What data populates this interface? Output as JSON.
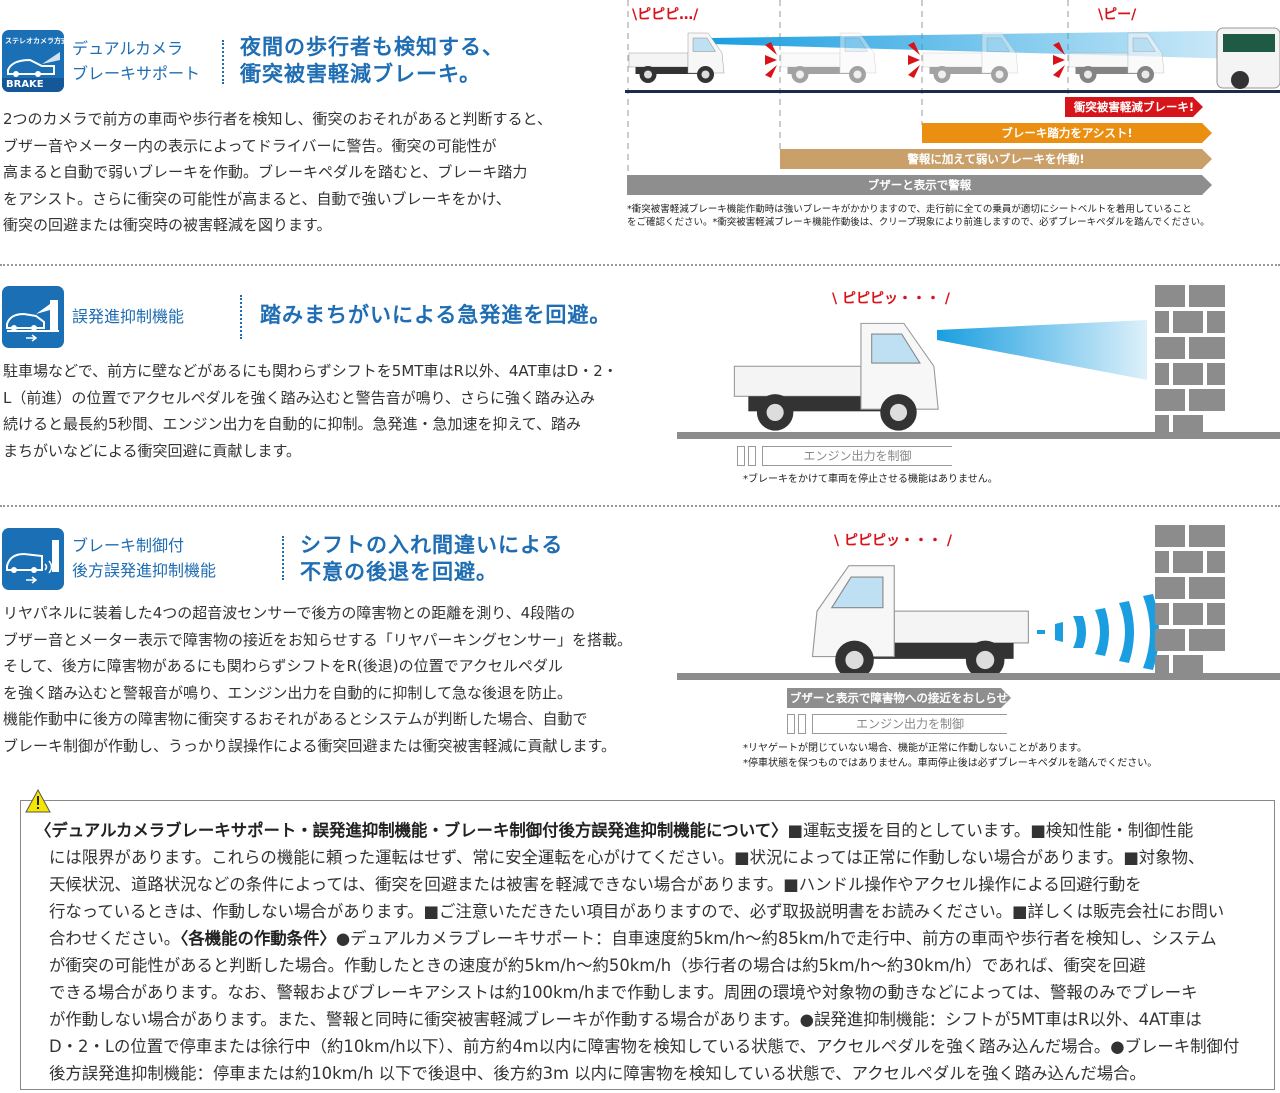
{
  "section1": {
    "icon_badge_top": "ステレオカメラ方式",
    "icon_badge_bottom": "BRAKE",
    "label_lines": [
      "デュアルカメラ",
      "ブレーキサポート"
    ],
    "headline_lines": [
      "夜間の歩行者も検知する、",
      "衝突被害軽減ブレーキ。"
    ],
    "body_lines": [
      "2つのカメラで前方の車両や歩行者を検知し、衝突のおそれがあると判断すると、",
      "ブザー音やメーター内の表示によってドライバーに警告。衝突の可能性が",
      "高まると自動で弱いブレーキを作動。ブレーキペダルを踏むと、ブレーキ踏力",
      "をアシスト。さらに衝突の可能性が高まると、自動で強いブレーキをかけ、",
      "衝突の回避または衝突時の被害軽減を図ります。"
    ],
    "diagram": {
      "beep1": "\\ピピピ…/",
      "beep2": "\\ピー/",
      "stages": [
        {
          "label": "衝突被害軽減ブレーキ!",
          "color": "#d7141a"
        },
        {
          "label": "ブレーキ踏力をアシスト!",
          "color": "#ea8f12"
        },
        {
          "label": "警報に加えて弱いブレーキを作動!",
          "color": "#c9a06a"
        },
        {
          "label": "ブザーと表示で警報",
          "color": "#8e8e8e"
        }
      ],
      "notes": [
        "*衝突被害軽減ブレーキ機能作動時は強いブレーキがかかりますので、走行前に全ての乗員が適切にシートベルトを着用していること",
        "をご確認ください。*衝突被害軽減ブレーキ機能作動後は、クリープ現象により前進しますので、必ずブレーキペダルを踏んでください。"
      ]
    }
  },
  "section2": {
    "label": "誤発進抑制機能",
    "headline": "踏みまちがいによる急発進を回避。",
    "body_lines": [
      "駐車場などで、前方に壁などがあるにも関わらずシフトを5MT車はR以外、4AT車はD・2・",
      "L（前進）の位置でアクセルペダルを強く踏み込むと警告音が鳴り、さらに強く踏み込み",
      "続けると最長約5秒間、エンジン出力を自動的に抑制。急発進・急加速を抑えて、踏み",
      "まちがいなどによる衝突回避に貢献します。"
    ],
    "diagram": {
      "beep": "\\ ピピピッ・・・ /",
      "engine_label": "エンジン出力を制御",
      "note": "*ブレーキをかけて車両を停止させる機能はありません。"
    }
  },
  "section3": {
    "label_lines": [
      "ブレーキ制御付",
      "後方誤発進抑制機能"
    ],
    "headline_lines": [
      "シフトの入れ間違いによる",
      "不意の後退を回避。"
    ],
    "body_lines": [
      "リヤパネルに装着した4つの超音波センサーで後方の障害物との距離を測り、4段階の",
      "ブザー音とメーター表示で障害物の接近をお知らせする「リヤパーキングセンサー」を搭載。",
      "そして、後方に障害物があるにも関わらずシフトをR(後退)の位置でアクセルペダル",
      "を強く踏み込むと警報音が鳴り、エンジン出力を自動的に抑制して急な後退を防止。",
      "機能作動中に後方の障害物に衝突するおそれがあるとシステムが判断した場合、自動で",
      "ブレーキ制御が作動し、うっかり誤操作による衝突回避または衝突被害軽減に貢献します。"
    ],
    "diagram": {
      "beep": "\\ ピピピッ・・・ /",
      "buzzer_label": "ブザーと表示で障害物への接近をおしらせ",
      "engine_label": "エンジン出力を制御",
      "notes": [
        "*リヤゲートが閉じていない場合、機能が正常に作動しないことがあります。",
        "*停車状態を保つものではありません。車両停止後は必ずブレーキペダルを踏んでください。"
      ]
    }
  },
  "caution": {
    "icon": "warning-triangle-icon",
    "line1_bold": "〈デュアルカメラブレーキサポート・誤発進抑制機能・ブレーキ制御付後方誤発進抑制機能について〉",
    "line1_rest": "■運転支援を目的としています。■検知性能・制御性能",
    "line2": "には限界があります。これらの機能に頼った運転はせず、常に安全運転を心がけてください。■状況によっては正常に作動しない場合があります。■対象物、",
    "line3": "天候状況、道路状況などの条件によっては、衝突を回避または被害を軽減できない場合があります。■ハンドル操作やアクセル操作による回避行動を",
    "line4": "行なっているときは、作動しない場合があります。■ご注意いただきたい項目がありますので、必ず取扱説明書をお読みください。■詳しくは販売会社にお問い",
    "line5_pre": "合わせください。",
    "line5_bold": "〈各機能の作動条件〉",
    "line5_rest": "●デュアルカメラブレーキサポート：自車速度約5km/h～約85km/hで走行中、前方の車両や歩行者を検知し、システム",
    "line6": "が衝突の可能性があると判断した場合。作動したときの速度が約5km/h～約50km/h（歩行者の場合は約5km/h～約30km/h）であれば、衝突を回避",
    "line7": "できる場合があります。なお、警報およびブレーキアシストは約100km/hまで作動します。周囲の環境や対象物の動きなどによっては、警報のみでブレーキ",
    "line8": "が作動しない場合があります。また、警報と同時に衝突被害軽減ブレーキが作動する場合があります。●誤発進抑制機能：シフトが5MT車はR以外、4AT車は",
    "line9": "D・2・Lの位置で停車または徐行中（約10km/h以下）、前方約4m以内に障害物を検知している状態で、アクセルペダルを強く踏み込んだ場合。●ブレーキ制御付",
    "line10": "後方誤発進抑制機能：停車または約10km/h 以下で後退中、後方約3m 以内に障害物を検知している状態で、アクセルペダルを強く踏み込んだ場合。"
  }
}
